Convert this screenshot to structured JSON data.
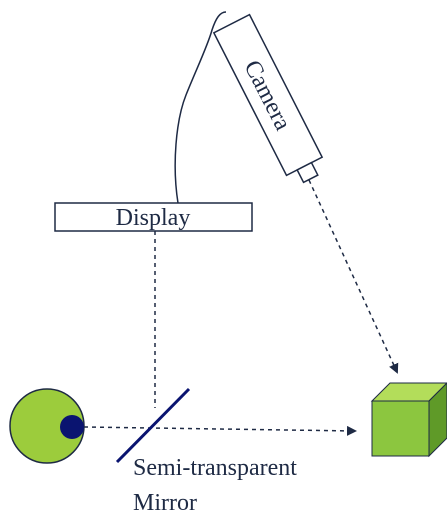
{
  "labels": {
    "display": "Display",
    "camera": "Camera",
    "mirror_line1": "Semi-transparent",
    "mirror_line2": "Mirror"
  },
  "colors": {
    "ink": "#1e2a44",
    "eye_white": "#9ccc3c",
    "pupil": "#0a1470",
    "cube_front": "#8cc63f",
    "cube_top": "#b3dd5a",
    "cube_side": "#5f9a28"
  },
  "icons": {
    "eye": "eye-icon",
    "cube": "cube-icon",
    "camera": "camera-icon"
  }
}
